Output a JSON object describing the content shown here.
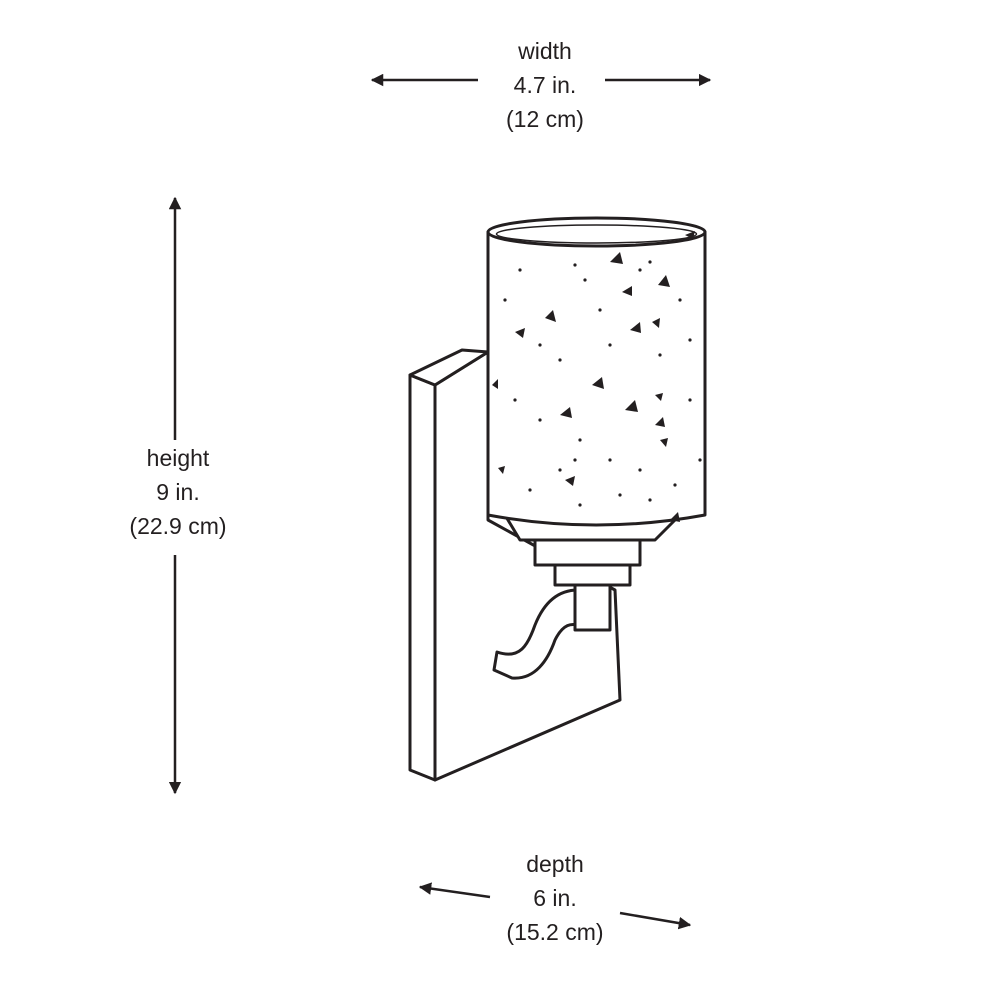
{
  "width": {
    "label": "width",
    "imperial": "4.7 in.",
    "metric": "(12 cm)"
  },
  "height": {
    "label": "height",
    "imperial": "9 in.",
    "metric": "(22.9 cm)"
  },
  "depth": {
    "label": "depth",
    "imperial": "6 in.",
    "metric": "(15.2 cm)"
  },
  "colors": {
    "line": "#231f20",
    "background": "#ffffff"
  }
}
